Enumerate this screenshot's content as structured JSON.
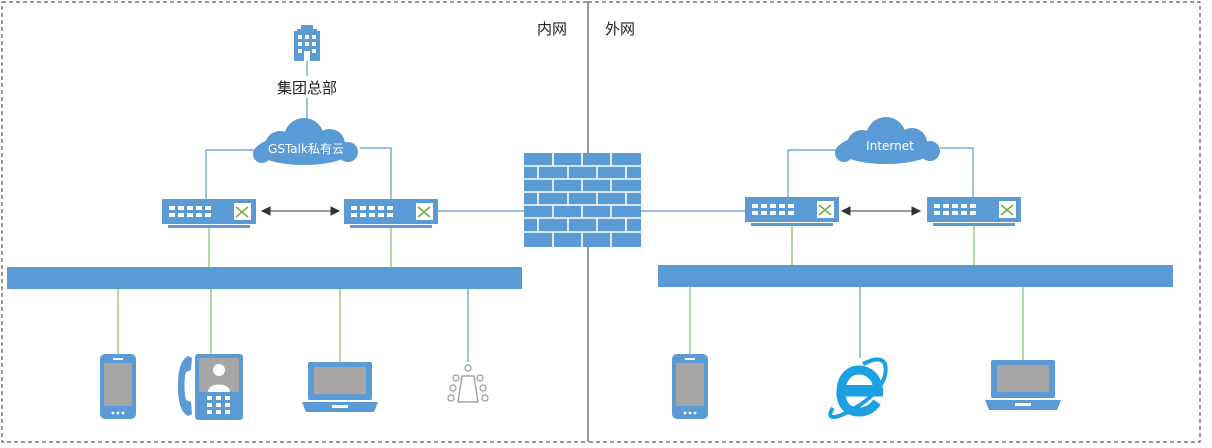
{
  "zones": {
    "intranet_label": "内网",
    "extranet_label": "外网"
  },
  "headquarters": {
    "label": "集团总部",
    "icon": "office-building-icon"
  },
  "clouds": {
    "private_cloud_label": "GSTalk私有云",
    "internet_label": "Internet"
  },
  "icons": {
    "switch": "network-switch-icon",
    "firewall": "firewall-icon",
    "smartphone": "smartphone-icon",
    "video_phone": "video-phone-icon",
    "laptop": "laptop-icon",
    "conference": "conference-room-icon",
    "browser": "internet-explorer-icon"
  },
  "colors": {
    "device_blue": "#5b9bd5",
    "link_green": "#70ad47",
    "border_dark": "#333333",
    "screen_gray": "#a6a6a6"
  }
}
